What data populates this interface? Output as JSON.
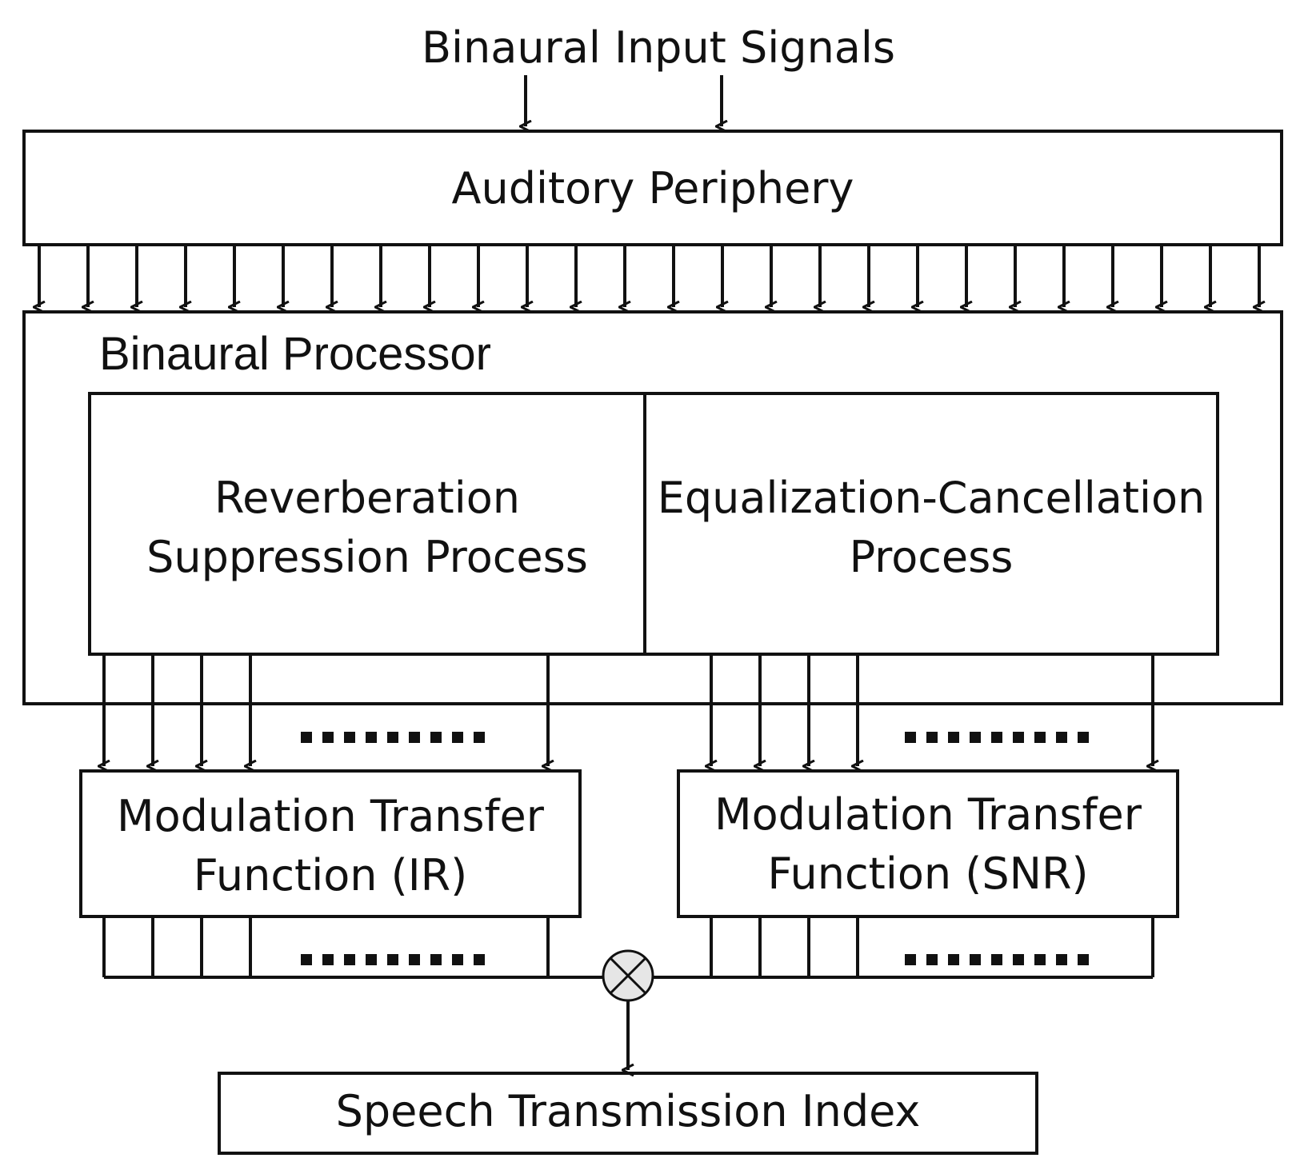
{
  "diagram": {
    "input_label": "Binaural Input Signals",
    "auditory_periphery": "Auditory Periphery",
    "binaural_processor": "Binaural Processor",
    "reverberation_line1": "Reverberation",
    "reverberation_line2": "Suppression Process",
    "ec_line1": "Equalization-Cancellation",
    "ec_line2": "Process",
    "mtf_ir_line1": "Modulation Transfer",
    "mtf_ir_line2": "Function (IR)",
    "mtf_snr_line1": "Modulation Transfer",
    "mtf_snr_line2": "Function (SNR)",
    "sti": "Speech Transmission Index",
    "multiply_symbol": "multiply-node"
  },
  "colors": {
    "stroke": "#111111",
    "node_fill": "#e6e6e6"
  }
}
